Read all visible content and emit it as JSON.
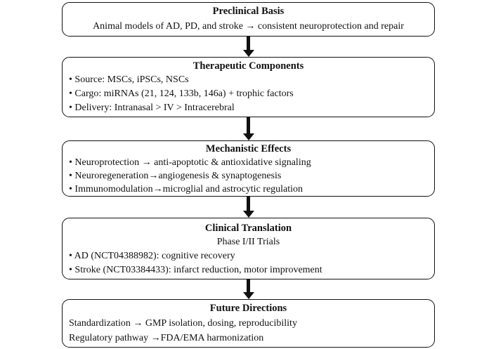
{
  "flowchart": {
    "colors": {
      "background": "#ffffff",
      "box_border": "#111111",
      "text": "#111111",
      "arrow": "#111111"
    },
    "boxes": [
      {
        "name": "preclinical-basis",
        "title": "Preclinical Basis",
        "lines": [
          "Animal models of AD, PD, and stroke → consistent neuroprotection and repair"
        ]
      },
      {
        "name": "therapeutic-components",
        "title": "Therapeutic Components",
        "lines": [
          "• Source: MSCs, iPSCs, NSCs",
          "• Cargo: miRNAs (21, 124, 133b, 146a) + trophic factors",
          "• Delivery: Intranasal > IV > Intracerebral"
        ]
      },
      {
        "name": "mechanistic-effects",
        "title": "Mechanistic Effects",
        "lines": [
          "• Neuroprotection → anti-apoptotic & antioxidative signaling",
          "• Neuroregeneration→angiogenesis & synaptogenesis",
          "• Immunomodulation→microglial and astrocytic regulation"
        ]
      },
      {
        "name": "clinical-translation",
        "title": "Clinical Translation",
        "subtitle": "Phase I/II Trials",
        "lines": [
          "• AD (NCT04388982): cognitive recovery",
          "• Stroke (NCT03384433): infarct reduction, motor improvement"
        ]
      },
      {
        "name": "future-directions",
        "title": "Future Directions",
        "lines": [
          "Standardization → GMP isolation, dosing, reproducibility",
          "Regulatory pathway →FDA/EMA harmonization"
        ]
      }
    ]
  }
}
